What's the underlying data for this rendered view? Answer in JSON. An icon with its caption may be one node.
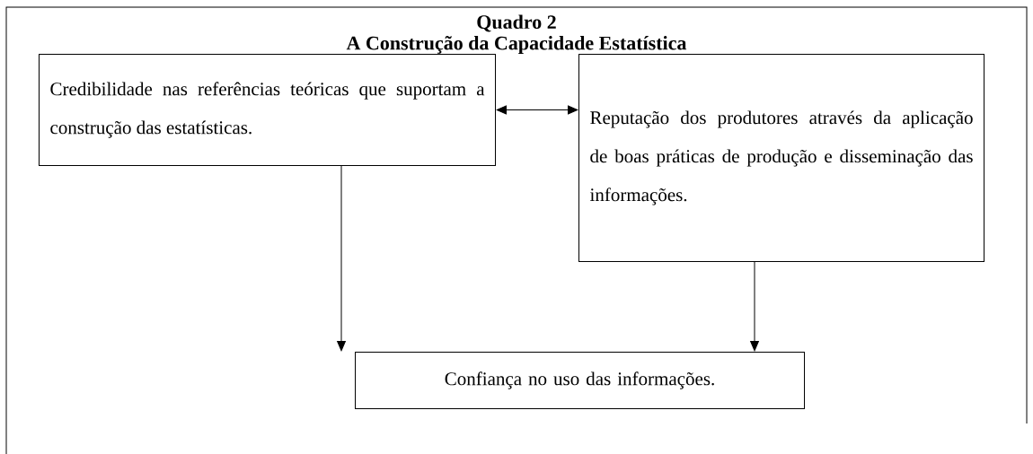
{
  "diagram": {
    "title": "Quadro 2",
    "nodes": [
      {
        "text": [
          "Credibilidade nas referências teóricas que suportam a construção das estatísticas."
        ]
      },
      {
        "text": [
          "Reputação dos produtores através da aplicação de boas práticas de produção e disseminação das informações."
        ]
      },
      {
        "text": [
          "Confiança no uso das informações."
        ]
      }
    ],
    "edges": [
      {
        "from": 0,
        "to": 1,
        "arrow": "both"
      },
      {
        "from": 0,
        "to": 2,
        "arrow": "to"
      },
      {
        "from": 1,
        "to": 2,
        "arrow": "to"
      }
    ],
    "labels": [
      "A Construção da Capacidade Estatística"
    ]
  }
}
